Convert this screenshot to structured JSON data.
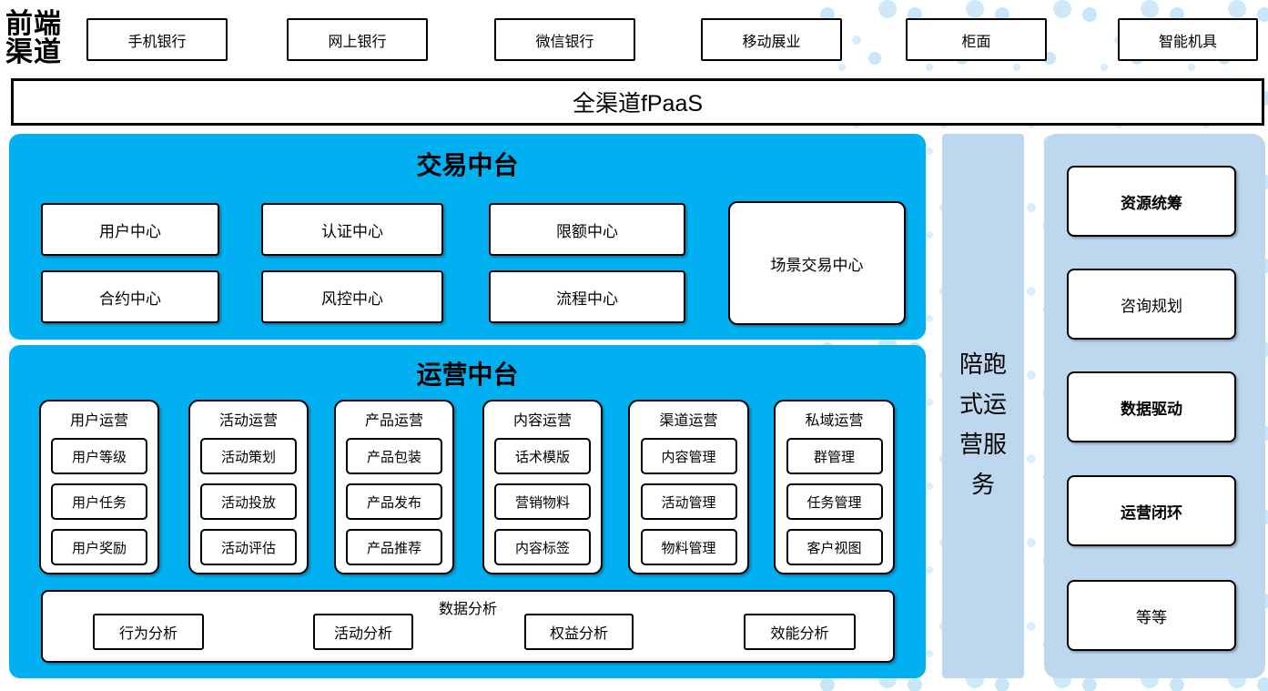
{
  "colors": {
    "accent_blue": "#00B0F0",
    "panel_light_blue": "#BDD7EE",
    "dot_pattern_blue": "#CDE9F8",
    "box_border": "#000000"
  },
  "front_channels": {
    "label": "前端渠道",
    "items": [
      "手机银行",
      "网上银行",
      "微信银行",
      "移动展业",
      "柜面",
      "智能机具"
    ]
  },
  "fpaas": {
    "label": "全渠道fPaaS"
  },
  "transaction_platform": {
    "title": "交易中台",
    "row1": [
      "用户中心",
      "认证中心",
      "限额中心"
    ],
    "row2": [
      "合约中心",
      "风控中心",
      "流程中心"
    ],
    "scene_center": "场景交易中心"
  },
  "operation_platform": {
    "title": "运营中台",
    "columns": [
      {
        "title": "用户运营",
        "items": [
          "用户等级",
          "用户任务",
          "用户奖励"
        ]
      },
      {
        "title": "活动运营",
        "items": [
          "活动策划",
          "活动投放",
          "活动评估"
        ]
      },
      {
        "title": "产品运营",
        "items": [
          "产品包装",
          "产品发布",
          "产品推荐"
        ]
      },
      {
        "title": "内容运营",
        "items": [
          "话术模版",
          "营销物料",
          "内容标签"
        ]
      },
      {
        "title": "渠道运营",
        "items": [
          "内容管理",
          "活动管理",
          "物料管理"
        ]
      },
      {
        "title": "私域运营",
        "items": [
          "群管理",
          "任务管理",
          "客户视图"
        ]
      }
    ],
    "data_analysis": {
      "title": "数据分析",
      "items": [
        "行为分析",
        "活动分析",
        "权益分析",
        "效能分析"
      ]
    }
  },
  "companion_service": {
    "label": "陪跑式运营服务"
  },
  "right_panel": {
    "items": [
      {
        "label": "资源统筹",
        "bold": true
      },
      {
        "label": "咨询规划",
        "bold": false
      },
      {
        "label": "数据驱动",
        "bold": true
      },
      {
        "label": "运营闭环",
        "bold": true
      },
      {
        "label": "等等",
        "bold": false
      }
    ]
  }
}
